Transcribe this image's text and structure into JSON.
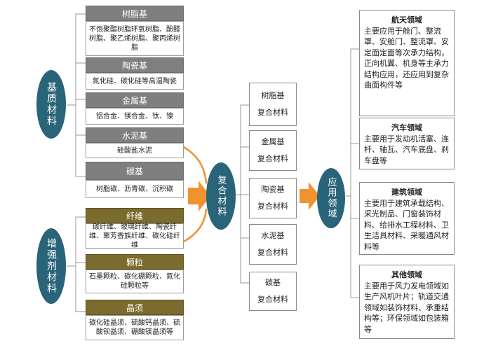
{
  "matrix": {
    "label": "基质材料",
    "groups": [
      {
        "title": "树脂基",
        "desc": "不饱聚酯树脂环氧树脂、酚醛树脂、聚乙烯树脂、聚丙烯树脂"
      },
      {
        "title": "陶瓷基",
        "desc": "氮化硅、碳化硅等高温陶瓷"
      },
      {
        "title": "金属基",
        "desc": "铝合金、镁合金、钛、镍"
      },
      {
        "title": "水泥基",
        "desc": "硅酸盐水泥"
      },
      {
        "title": "碳基",
        "desc": "树脂碳、沥青碳、沉积碳"
      }
    ]
  },
  "reinforcement": {
    "label": "增强剂材料",
    "groups": [
      {
        "title": "纤维",
        "desc": "碳纤维、玻璃纤维、陶瓷纤维、聚芳香族纤维、碳化硅纤维"
      },
      {
        "title": "颗粒",
        "desc": "石墨颗粒、碳化硼颗粒、氮化硅颗粒等"
      },
      {
        "title": "晶须",
        "desc": "碳化硅晶须、硫酸钙晶须、硫酸钡晶须、硼酸镁晶须等"
      }
    ]
  },
  "composite": {
    "label": "复合材料",
    "items": [
      {
        "line1": "树脂基",
        "line2": "复合材料"
      },
      {
        "line1": "金属基",
        "line2": "复合材料"
      },
      {
        "line1": "陶瓷基",
        "line2": "复合材料"
      },
      {
        "line1": "水泥基",
        "line2": "复合材料"
      },
      {
        "line1": "碳基",
        "line2": "复合材料"
      }
    ]
  },
  "application": {
    "label": "应用领域",
    "fields": [
      {
        "title": "航天领域",
        "desc": "主要应用于舱门、整流罩、安舱门、整流罩、安定面定面等次承力结构，正向机翼、机身等主承力结构应用，还应用到复杂曲面构件等"
      },
      {
        "title": "汽车领域",
        "desc": "主要用于发动机活塞、连杆、轴瓦、汽车底盘、刹车盘等"
      },
      {
        "title": "建筑领域",
        "desc": "主要用于建筑承载结构、采光制品、门窗装饰材料、给排水工程材料、卫生洁具材料、采暖通风材料等"
      },
      {
        "title": "其他领域",
        "desc": "主要用于风力发电领域如生产风机叶片；轨道交通领域如装饰材料、承重结构等；环保领域如包装箱等"
      }
    ]
  },
  "colors": {
    "ellipse": "#2a6478",
    "gray_header": "#7f7f7f",
    "olive_header": "#7c6b2e",
    "arrow": "#f0922f"
  }
}
